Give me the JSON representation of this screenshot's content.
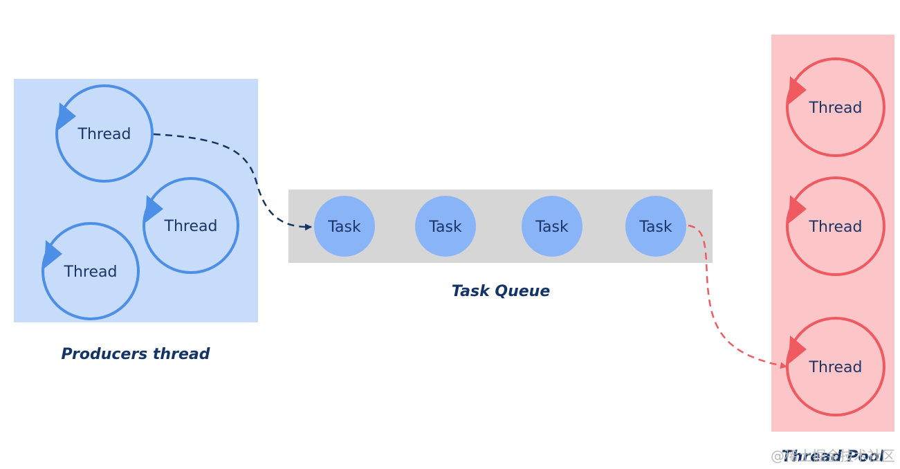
{
  "colors": {
    "producer_bg": "#c6dcfa",
    "producer_stroke": "#4d8ee6",
    "queue_bg": "#d6d6d6",
    "task_fill": "#8ab4f8",
    "pool_bg": "#fcc6c9",
    "pool_stroke": "#ee5a60",
    "text": "#1c3566",
    "blue_arrow": "#143466",
    "red_arrow": "#ee5a60"
  },
  "producers": {
    "caption": "Producers thread",
    "threads": [
      "Thread",
      "Thread",
      "Thread"
    ]
  },
  "queue": {
    "caption": "Task Queue",
    "tasks": [
      "Task",
      "Task",
      "Task",
      "Task"
    ]
  },
  "pool": {
    "caption": "Thread Pool",
    "threads": [
      "Thread",
      "Thread",
      "Thread"
    ]
  },
  "watermark": "@稀土掘金技术社区"
}
